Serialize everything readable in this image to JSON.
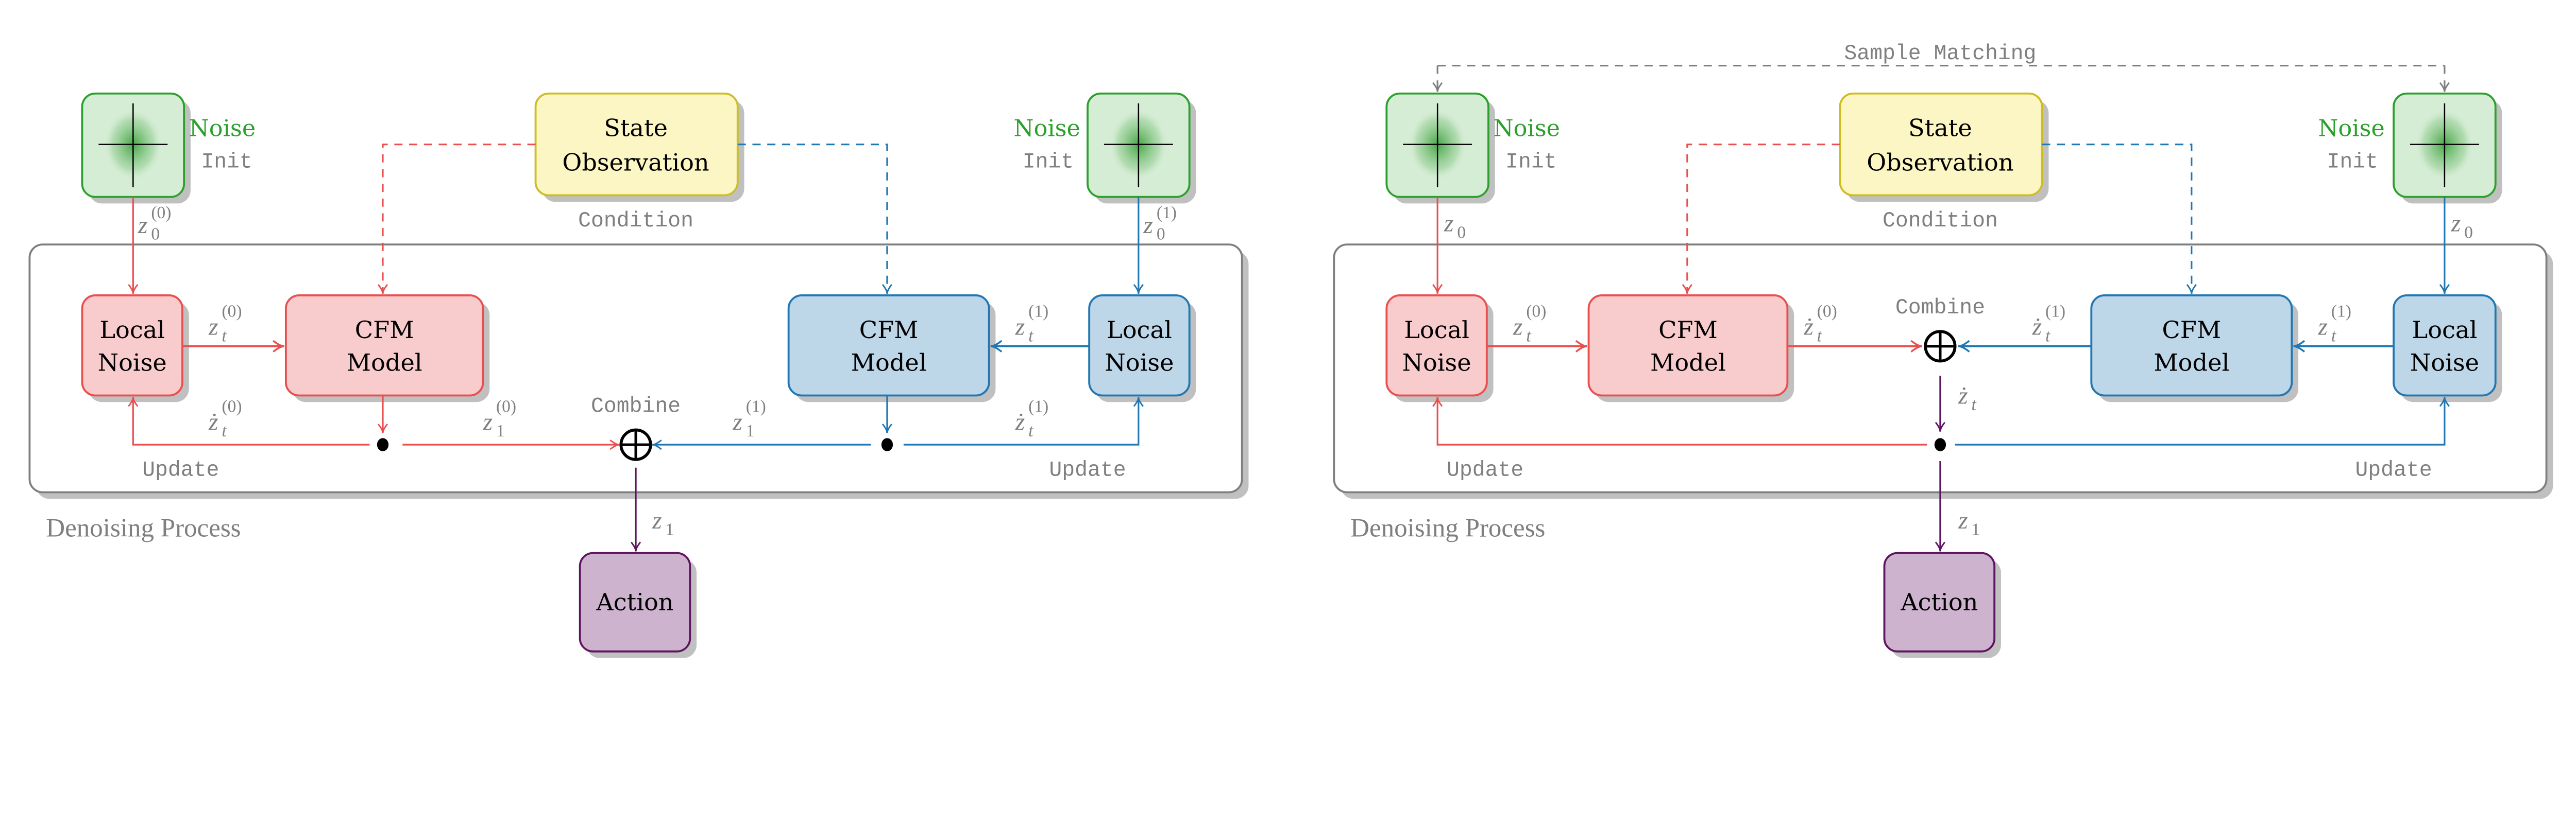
{
  "colors": {
    "red": "#ea4f4f",
    "red_fill": "#f8cbcc",
    "blue": "#1f77b4",
    "blue_fill": "#bdd6e8",
    "green": "#2ca02c",
    "green_fill": "#d6edd5",
    "yellow": "#cfbd25",
    "yellow_fill": "#fbf6c3",
    "purple": "#5e1460",
    "purple_fill": "#cdb3cd",
    "gray_text": "#7f7f7f",
    "shadow": "#c0c0c0"
  },
  "labels": {
    "noise": "Noise",
    "init": "Init",
    "state_line1": "State",
    "state_line2": "Observation",
    "condition": "Condition",
    "local_line1": "Local",
    "local_line2": "Noise",
    "cfm_line1": "CFM",
    "cfm_line2": "Model",
    "combine": "Combine",
    "update": "Update",
    "denoising_process": "Denoising Process",
    "action": "Action",
    "sample_matching": "Sample Matching",
    "combine_symbol": "⊕"
  },
  "left_diagram": {
    "z0_left": {
      "base": "z",
      "sub": "0",
      "sup": "(0)"
    },
    "z0_right": {
      "base": "z",
      "sub": "0",
      "sup": "(1)"
    },
    "zt_left": {
      "base": "z",
      "sub": "t",
      "sup": "(0)"
    },
    "zt_right": {
      "base": "z",
      "sub": "t",
      "sup": "(1)"
    },
    "zdot_left": {
      "base": "ż",
      "sub": "t",
      "sup": "(0)"
    },
    "zdot_right": {
      "base": "ż",
      "sub": "t",
      "sup": "(1)"
    },
    "z1_left": {
      "base": "z",
      "sub": "1",
      "sup": "(0)"
    },
    "z1_right": {
      "base": "z",
      "sub": "1",
      "sup": "(1)"
    },
    "z1_out": {
      "base": "z",
      "sub": "1"
    }
  },
  "right_diagram": {
    "z0_left": {
      "base": "z",
      "sub": "0"
    },
    "z0_right": {
      "base": "z",
      "sub": "0"
    },
    "zt_left": {
      "base": "z",
      "sub": "t",
      "sup": "(0)"
    },
    "zt_right": {
      "base": "z",
      "sub": "t",
      "sup": "(1)"
    },
    "zdot_left": {
      "base": "ż",
      "sub": "t",
      "sup": "(0)"
    },
    "zdot_right": {
      "base": "ż",
      "sub": "t",
      "sup": "(1)"
    },
    "zdot_combined": {
      "base": "ż",
      "sub": "t"
    },
    "z1_out": {
      "base": "z",
      "sub": "1"
    }
  }
}
